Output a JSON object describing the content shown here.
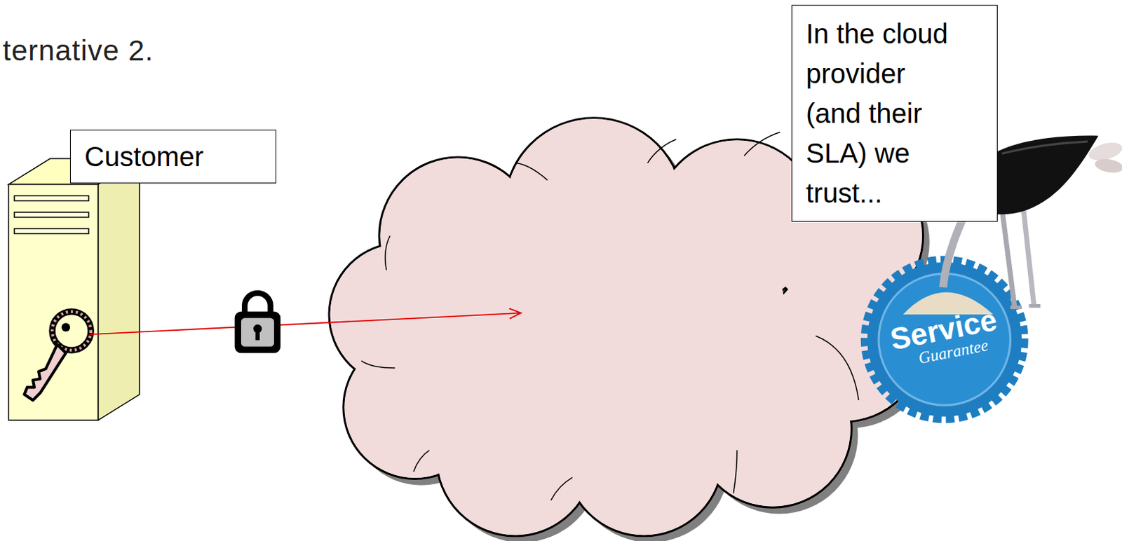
{
  "diagram": {
    "title": "ternative 2.",
    "nodes": [
      {
        "text": [
          "Customer"
        ]
      },
      {
        "text": [
          "In the cloud provider (and their SLA) we trust..."
        ]
      }
    ],
    "labels": [
      "Service",
      "Guarantee"
    ]
  }
}
